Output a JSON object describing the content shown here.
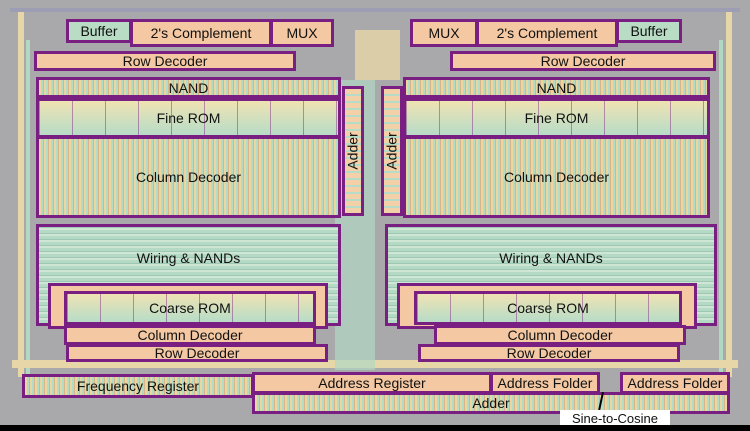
{
  "blocks": {
    "left_buffer": "Buffer",
    "left_twos_complement": "2's Complement",
    "left_mux": "MUX",
    "right_mux": "MUX",
    "right_twos_complement": "2's Complement",
    "right_buffer": "Buffer",
    "left_row_decoder_top": "Row Decoder",
    "right_row_decoder_top": "Row Decoder",
    "left_nand": "NAND",
    "right_nand": "NAND",
    "left_fine_rom": "Fine ROM",
    "right_fine_rom": "Fine ROM",
    "left_column_decoder_top": "Column Decoder",
    "right_column_decoder_top": "Column Decoder",
    "left_adder": "Adder",
    "right_adder": "Adder",
    "left_wiring_nands": "Wiring & NANDs",
    "right_wiring_nands": "Wiring & NANDs",
    "left_coarse_rom": "Coarse ROM",
    "right_coarse_rom": "Coarse ROM",
    "left_column_decoder_bottom": "Column Decoder",
    "right_column_decoder_bottom": "Column Decoder",
    "left_row_decoder_bottom": "Row Decoder",
    "right_row_decoder_bottom": "Row Decoder",
    "frequency_register": "Frequency Register",
    "address_register": "Address Register",
    "address_folder_left": "Address Folder",
    "address_folder_right": "Address Folder",
    "bottom_adder": "Adder",
    "sine_to_cosine": "Sine-to-Cosine"
  },
  "colors": {
    "border": "#7a1f82",
    "background": "#a9a9ab",
    "peach": "#f3c8a2",
    "mint": "#b8dcc4"
  }
}
